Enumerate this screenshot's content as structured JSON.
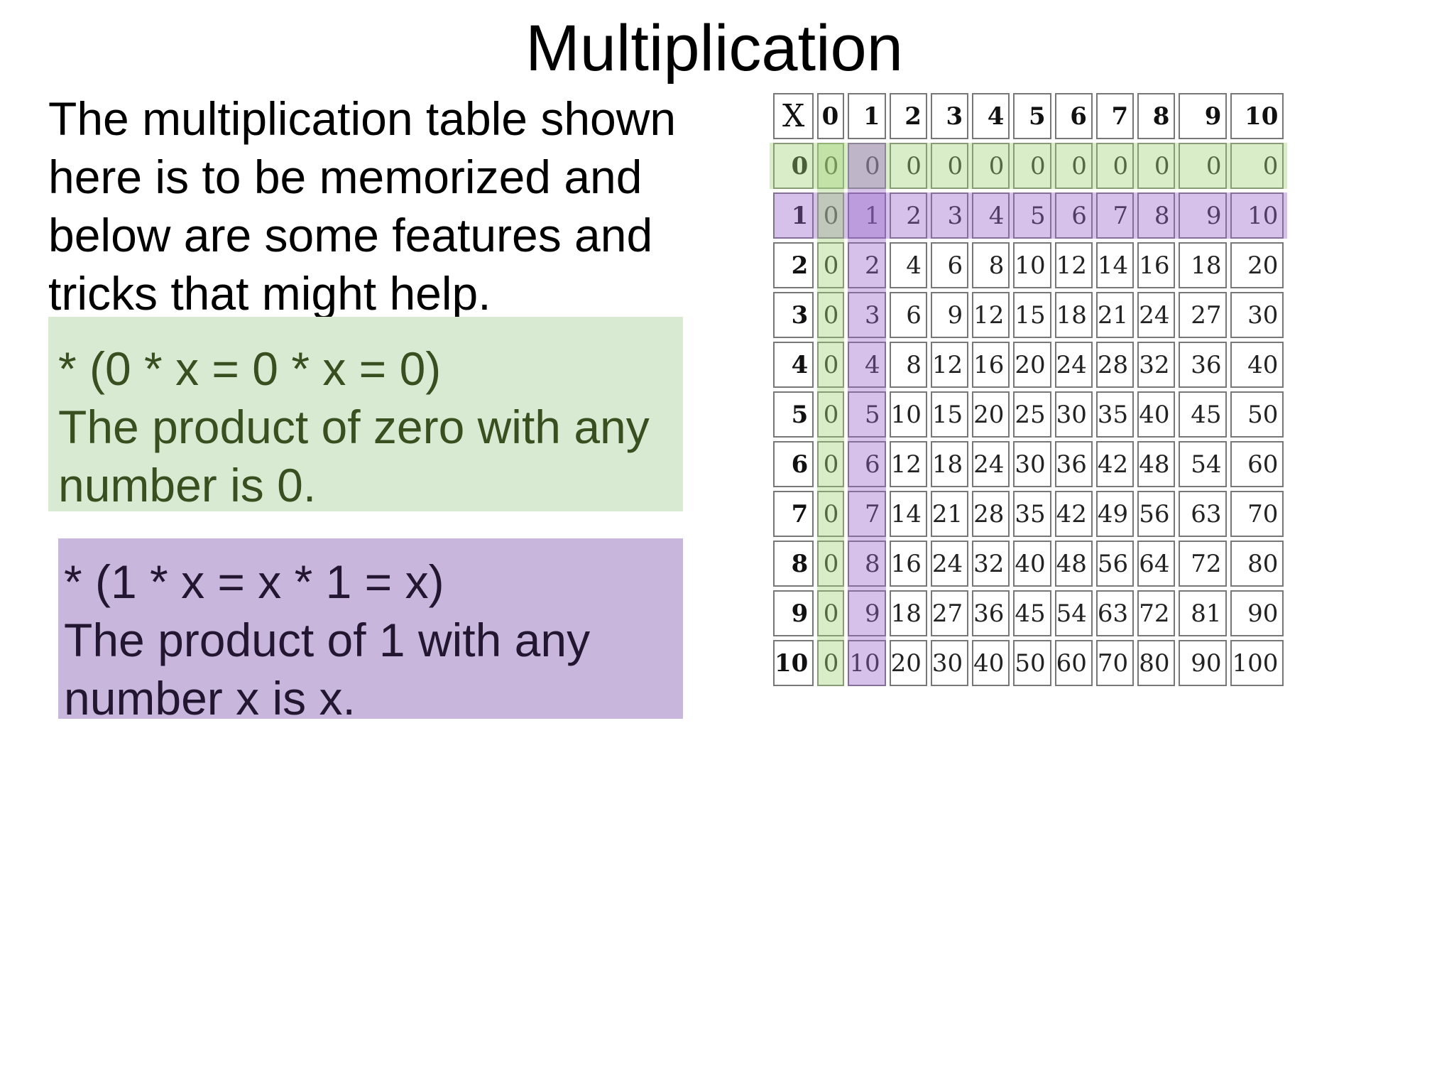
{
  "slide": {
    "title": "Multiplication",
    "intro": "The multiplication table shown here is to be memorized and below are some features and tricks that might help.",
    "notes": {
      "zero": {
        "rule": "*  (0 * x = 0 * x = 0)",
        "line1": "The product of zero with any",
        "line2": "number is 0.",
        "color": "#d9ead3"
      },
      "one": {
        "rule": "*  (1 * x = x * 1 = x)",
        "line1": "The product of 1 with any",
        "line2": "number x is x.",
        "color": "#c9b6dc"
      }
    }
  },
  "table": {
    "corner": "X",
    "header": [
      "0",
      "1",
      "2",
      "3",
      "4",
      "5",
      "6",
      "7",
      "8",
      "9",
      "10"
    ],
    "rows": [
      {
        "label": "0",
        "cells": [
          "0",
          "0",
          "0",
          "0",
          "0",
          "0",
          "0",
          "0",
          "0",
          "0",
          "0"
        ]
      },
      {
        "label": "1",
        "cells": [
          "0",
          "1",
          "2",
          "3",
          "4",
          "5",
          "6",
          "7",
          "8",
          "9",
          "10"
        ]
      },
      {
        "label": "2",
        "cells": [
          "0",
          "2",
          "4",
          "6",
          "8",
          "10",
          "12",
          "14",
          "16",
          "18",
          "20"
        ]
      },
      {
        "label": "3",
        "cells": [
          "0",
          "3",
          "6",
          "9",
          "12",
          "15",
          "18",
          "21",
          "24",
          "27",
          "30"
        ]
      },
      {
        "label": "4",
        "cells": [
          "0",
          "4",
          "8",
          "12",
          "16",
          "20",
          "24",
          "28",
          "32",
          "36",
          "40"
        ]
      },
      {
        "label": "5",
        "cells": [
          "0",
          "5",
          "10",
          "15",
          "20",
          "25",
          "30",
          "35",
          "40",
          "45",
          "50"
        ]
      },
      {
        "label": "6",
        "cells": [
          "0",
          "6",
          "12",
          "18",
          "24",
          "30",
          "36",
          "42",
          "48",
          "54",
          "60"
        ]
      },
      {
        "label": "7",
        "cells": [
          "0",
          "7",
          "14",
          "21",
          "28",
          "35",
          "42",
          "49",
          "56",
          "63",
          "70"
        ]
      },
      {
        "label": "8",
        "cells": [
          "0",
          "8",
          "16",
          "24",
          "32",
          "40",
          "48",
          "56",
          "64",
          "72",
          "80"
        ]
      },
      {
        "label": "9",
        "cells": [
          "0",
          "9",
          "18",
          "27",
          "36",
          "45",
          "54",
          "63",
          "72",
          "81",
          "90"
        ]
      },
      {
        "label": "10",
        "cells": [
          "0",
          "10",
          "20",
          "30",
          "40",
          "50",
          "60",
          "70",
          "80",
          "90",
          "100"
        ]
      }
    ],
    "highlight_colors": {
      "zero": "#a0d278",
      "one": "#9664c8"
    }
  }
}
